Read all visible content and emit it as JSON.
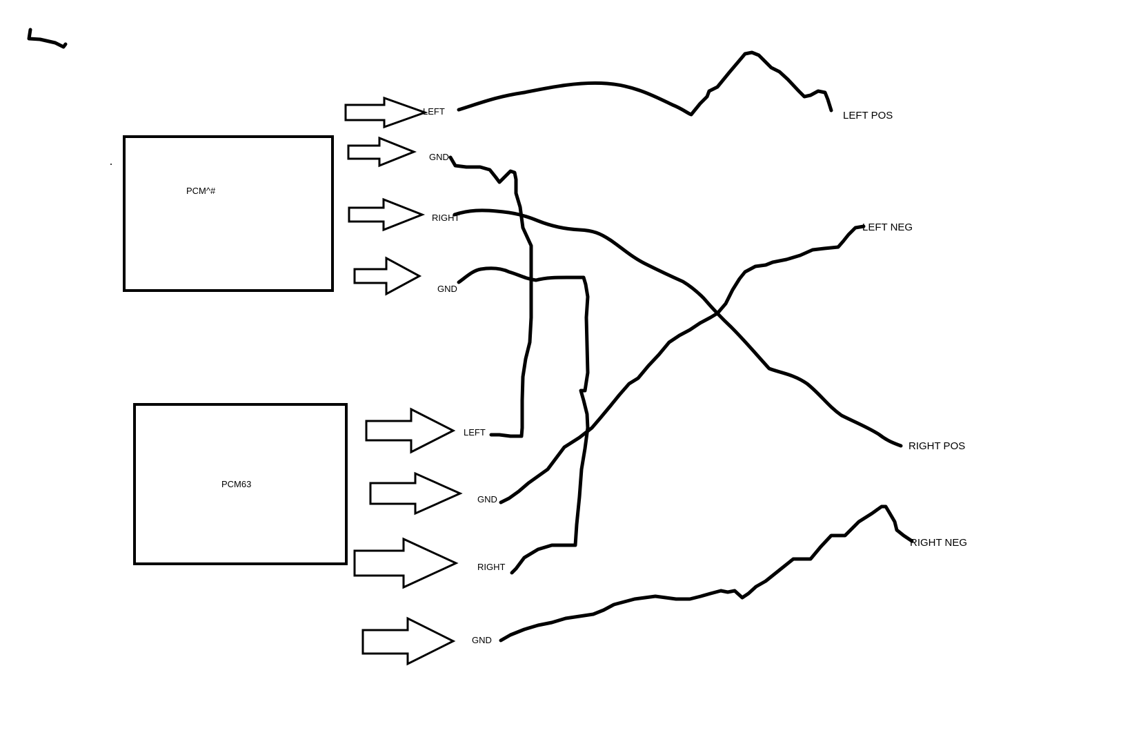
{
  "diagram": {
    "top_box": {
      "label": "PCM^#"
    },
    "bottom_box": {
      "label": "PCM63"
    },
    "top_outputs": [
      "LEFT",
      "GND",
      "RIGHT",
      "GND"
    ],
    "bottom_outputs": [
      "LEFT",
      "GND",
      "RIGHT",
      "GND"
    ],
    "terminals": [
      "LEFT POS",
      "LEFT NEG",
      "RIGHT POS",
      "RIGHT NEG"
    ],
    "colors": {
      "stroke": "#000000",
      "background": "#ffffff"
    }
  }
}
